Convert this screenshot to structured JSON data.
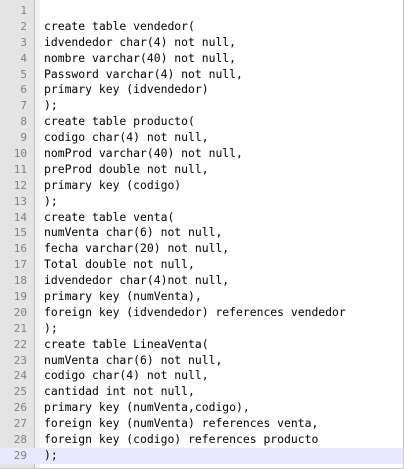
{
  "editor": {
    "current_line": 29,
    "lines": [
      {
        "number": "1",
        "text": ""
      },
      {
        "number": "2",
        "text": "create table vendedor("
      },
      {
        "number": "3",
        "text": "idvendedor char(4) not null,"
      },
      {
        "number": "4",
        "text": "nombre varchar(40) not null,"
      },
      {
        "number": "5",
        "text": "Password varchar(4) not null,"
      },
      {
        "number": "6",
        "text": "primary key (idvendedor)"
      },
      {
        "number": "7",
        "text": ");"
      },
      {
        "number": "8",
        "text": "create table producto("
      },
      {
        "number": "9",
        "text": "codigo char(4) not null,"
      },
      {
        "number": "10",
        "text": "nomProd varchar(40) not null,"
      },
      {
        "number": "11",
        "text": "preProd double not null,"
      },
      {
        "number": "12",
        "text": "primary key (codigo)"
      },
      {
        "number": "13",
        "text": ");"
      },
      {
        "number": "14",
        "text": "create table venta("
      },
      {
        "number": "15",
        "text": "numVenta char(6) not null,"
      },
      {
        "number": "16",
        "text": "fecha varchar(20) not null,"
      },
      {
        "number": "17",
        "text": "Total double not null,"
      },
      {
        "number": "18",
        "text": "idvendedor char(4)not null,"
      },
      {
        "number": "19",
        "text": "primary key (numVenta),"
      },
      {
        "number": "20",
        "text": "foreign key (idvendedor) references vendedor"
      },
      {
        "number": "21",
        "text": ");"
      },
      {
        "number": "22",
        "text": "create table LineaVenta("
      },
      {
        "number": "23",
        "text": "numVenta char(6) not null,"
      },
      {
        "number": "24",
        "text": "codigo char(4) not null,"
      },
      {
        "number": "25",
        "text": "cantidad int not null,"
      },
      {
        "number": "26",
        "text": "primary key (numVenta,codigo),"
      },
      {
        "number": "27",
        "text": "foreign key (numVenta) references venta,"
      },
      {
        "number": "28",
        "text": "foreign key (codigo) references producto"
      },
      {
        "number": "29",
        "text": ");"
      }
    ]
  }
}
